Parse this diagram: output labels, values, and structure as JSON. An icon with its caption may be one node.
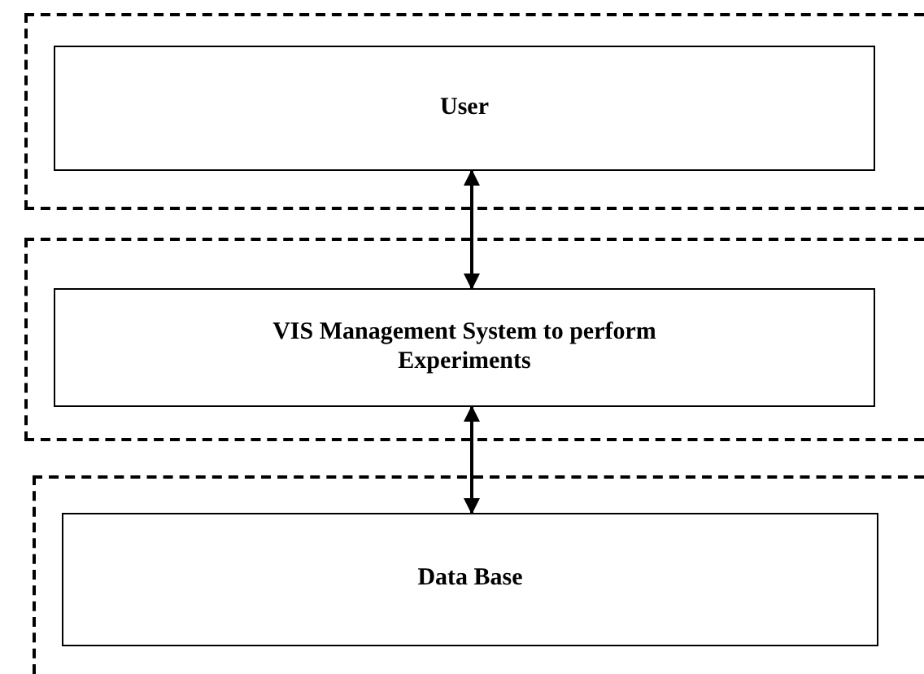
{
  "diagram": {
    "nodes": [
      {
        "text": [],
        "shape": "box"
      },
      {
        "text": [
          "User"
        ],
        "in": 0
      },
      {
        "text": [],
        "shape": "box"
      },
      {
        "text": [
          "VIS Management System to perform Experiments"
        ],
        "in": 2
      },
      {
        "text": [],
        "shape": "box"
      },
      {
        "text": [
          "Data Base"
        ],
        "in": 4
      }
    ],
    "edges": [
      {
        "from": 1,
        "to": 3,
        "arrow": "both"
      },
      {
        "from": 3,
        "to": 5,
        "arrow": "both"
      }
    ]
  }
}
